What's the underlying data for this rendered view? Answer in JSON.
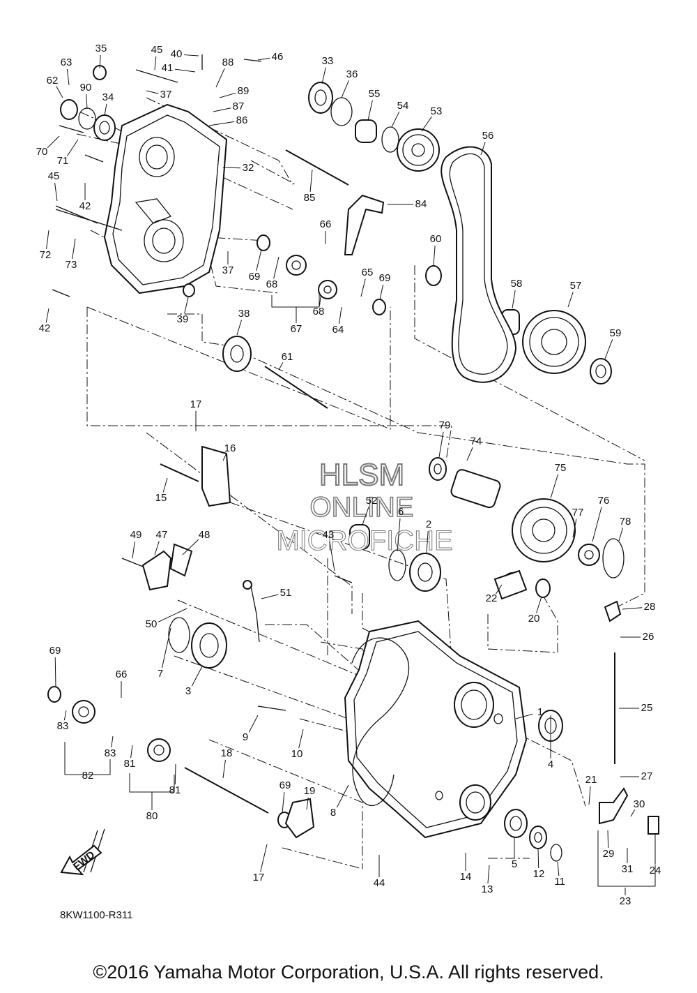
{
  "diagram": {
    "code": "8KW1100-R311",
    "direction_label": "FWD",
    "watermark": [
      "HLSM",
      "ONLINE",
      "MICROFICHE"
    ],
    "copyright": "©2016 Yamaha Motor Corporation, U.S.A. All rights reserved."
  },
  "callouts": [
    {
      "id": "c63",
      "text": "63"
    },
    {
      "id": "c35",
      "text": "35"
    },
    {
      "id": "c45a",
      "text": "45"
    },
    {
      "id": "c40",
      "text": "40"
    },
    {
      "id": "c46",
      "text": "46"
    },
    {
      "id": "c33",
      "text": "33"
    },
    {
      "id": "c36",
      "text": "36"
    },
    {
      "id": "c41",
      "text": "41"
    },
    {
      "id": "c88",
      "text": "88"
    },
    {
      "id": "c62",
      "text": "62"
    },
    {
      "id": "c90",
      "text": "90"
    },
    {
      "id": "c37a",
      "text": "37"
    },
    {
      "id": "c89",
      "text": "89"
    },
    {
      "id": "c55",
      "text": "55"
    },
    {
      "id": "c54",
      "text": "54"
    },
    {
      "id": "c53",
      "text": "53"
    },
    {
      "id": "c34",
      "text": "34"
    },
    {
      "id": "c87",
      "text": "87"
    },
    {
      "id": "c86",
      "text": "86"
    },
    {
      "id": "c56",
      "text": "56"
    },
    {
      "id": "c70",
      "text": "70"
    },
    {
      "id": "c71",
      "text": "71"
    },
    {
      "id": "c32",
      "text": "32"
    },
    {
      "id": "c45b",
      "text": "45"
    },
    {
      "id": "c85",
      "text": "85"
    },
    {
      "id": "c42a",
      "text": "42"
    },
    {
      "id": "c84",
      "text": "84"
    },
    {
      "id": "c66a",
      "text": "66"
    },
    {
      "id": "c60",
      "text": "60"
    },
    {
      "id": "c72",
      "text": "72"
    },
    {
      "id": "c73",
      "text": "73"
    },
    {
      "id": "c37b",
      "text": "37"
    },
    {
      "id": "c69a",
      "text": "69"
    },
    {
      "id": "c68a",
      "text": "68"
    },
    {
      "id": "c65",
      "text": "65"
    },
    {
      "id": "c69b",
      "text": "69"
    },
    {
      "id": "c58",
      "text": "58"
    },
    {
      "id": "c57",
      "text": "57"
    },
    {
      "id": "c42b",
      "text": "42"
    },
    {
      "id": "c39",
      "text": "39"
    },
    {
      "id": "c68b",
      "text": "68"
    },
    {
      "id": "c67",
      "text": "67"
    },
    {
      "id": "c64",
      "text": "64"
    },
    {
      "id": "c38",
      "text": "38"
    },
    {
      "id": "c59",
      "text": "59"
    },
    {
      "id": "c61",
      "text": "61"
    },
    {
      "id": "c17a",
      "text": "17"
    },
    {
      "id": "c79",
      "text": "79"
    },
    {
      "id": "c74",
      "text": "74"
    },
    {
      "id": "c16",
      "text": "16"
    },
    {
      "id": "c75",
      "text": "75"
    },
    {
      "id": "c15",
      "text": "15"
    },
    {
      "id": "c52",
      "text": "52"
    },
    {
      "id": "c6",
      "text": "6"
    },
    {
      "id": "c2",
      "text": "2"
    },
    {
      "id": "c76",
      "text": "76"
    },
    {
      "id": "c77",
      "text": "77"
    },
    {
      "id": "c78",
      "text": "78"
    },
    {
      "id": "c49",
      "text": "49"
    },
    {
      "id": "c47",
      "text": "47"
    },
    {
      "id": "c48",
      "text": "48"
    },
    {
      "id": "c43",
      "text": "43"
    },
    {
      "id": "c51",
      "text": "51"
    },
    {
      "id": "c22",
      "text": "22"
    },
    {
      "id": "c20",
      "text": "20"
    },
    {
      "id": "c28",
      "text": "28"
    },
    {
      "id": "c50",
      "text": "50"
    },
    {
      "id": "c26",
      "text": "26"
    },
    {
      "id": "c69c",
      "text": "69"
    },
    {
      "id": "c7",
      "text": "7"
    },
    {
      "id": "c3",
      "text": "3"
    },
    {
      "id": "c66b",
      "text": "66"
    },
    {
      "id": "c1",
      "text": "1"
    },
    {
      "id": "c25",
      "text": "25"
    },
    {
      "id": "c83a",
      "text": "83"
    },
    {
      "id": "c9",
      "text": "9"
    },
    {
      "id": "c83b",
      "text": "83"
    },
    {
      "id": "c10",
      "text": "10"
    },
    {
      "id": "c18",
      "text": "18"
    },
    {
      "id": "c81a",
      "text": "81"
    },
    {
      "id": "c82",
      "text": "82"
    },
    {
      "id": "c4",
      "text": "4"
    },
    {
      "id": "c27",
      "text": "27"
    },
    {
      "id": "c21",
      "text": "21"
    },
    {
      "id": "c81b",
      "text": "81"
    },
    {
      "id": "c69d",
      "text": "69"
    },
    {
      "id": "c19",
      "text": "19"
    },
    {
      "id": "c8",
      "text": "8"
    },
    {
      "id": "c30",
      "text": "30"
    },
    {
      "id": "c80",
      "text": "80"
    },
    {
      "id": "c29",
      "text": "29"
    },
    {
      "id": "c5",
      "text": "5"
    },
    {
      "id": "c12",
      "text": "12"
    },
    {
      "id": "c11",
      "text": "11"
    },
    {
      "id": "c14",
      "text": "14"
    },
    {
      "id": "c31",
      "text": "31"
    },
    {
      "id": "c24",
      "text": "24"
    },
    {
      "id": "c17b",
      "text": "17"
    },
    {
      "id": "c44",
      "text": "44"
    },
    {
      "id": "c13",
      "text": "13"
    },
    {
      "id": "c23",
      "text": "23"
    }
  ]
}
